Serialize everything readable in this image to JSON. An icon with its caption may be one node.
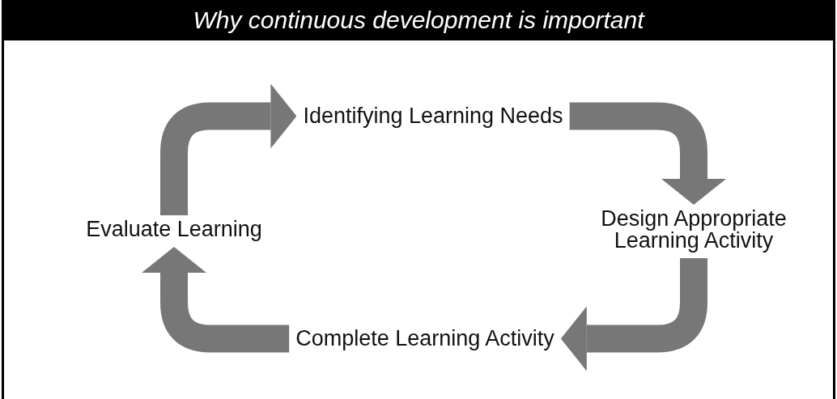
{
  "diagram": {
    "title": "Why continuous development is important",
    "nodes": [
      {
        "text": [
          "Identifying Learning Needs"
        ]
      },
      {
        "text": [
          "Design Appropriate Learning Activity"
        ]
      },
      {
        "text": [
          "Complete Learning Activity"
        ]
      },
      {
        "text": [
          "Evaluate Learning"
        ]
      }
    ],
    "edges": [
      {
        "from": 0,
        "to": 1,
        "arrow": "to"
      },
      {
        "from": 1,
        "to": 2,
        "arrow": "to"
      },
      {
        "from": 2,
        "to": 3,
        "arrow": "to"
      },
      {
        "from": 3,
        "to": 0,
        "arrow": "to"
      }
    ]
  }
}
